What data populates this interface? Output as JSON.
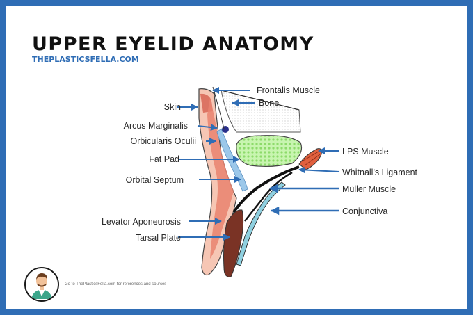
{
  "header": {
    "title": "UPPER EYELID ANATOMY",
    "subtitle": "THEPLASTICSFELLA.COM"
  },
  "diagram": {
    "labels_left": {
      "skin": "Skin",
      "arcus_marginalis": "Arcus Marginalis",
      "orbicularis_oculii": "Orbicularis Oculii",
      "fat_pad": "Fat Pad",
      "orbital_septum": "Orbital Septum",
      "levator_aponeurosis": "Levator Aponeurosis",
      "tarsal_plate": "Tarsal Plate"
    },
    "labels_right": {
      "frontalis_muscle": "Frontalis Muscle",
      "bone": "Bone",
      "lps_muscle": "LPS Muscle",
      "whitnalls_ligament": "Whitnall's Ligament",
      "muller_muscle": "Müller Muscle",
      "conjunctiva": "Conjunctiva"
    },
    "colors": {
      "arrow": "#2f6db5",
      "frame": "#2f6db5",
      "skin": "#f3b7a0",
      "skin_dark": "#e87a6a",
      "bone": "#e8e8e8",
      "fat": "#9be37a",
      "septum": "#8cc0e6",
      "tarsal": "#7a3325",
      "lps": "#e05a3a",
      "conjunctiva": "#8fd0e0"
    }
  },
  "footer": {
    "note": "Go to ThePlasticsFella.com for references and sources",
    "avatar_icon": "doctor-avatar-icon"
  }
}
